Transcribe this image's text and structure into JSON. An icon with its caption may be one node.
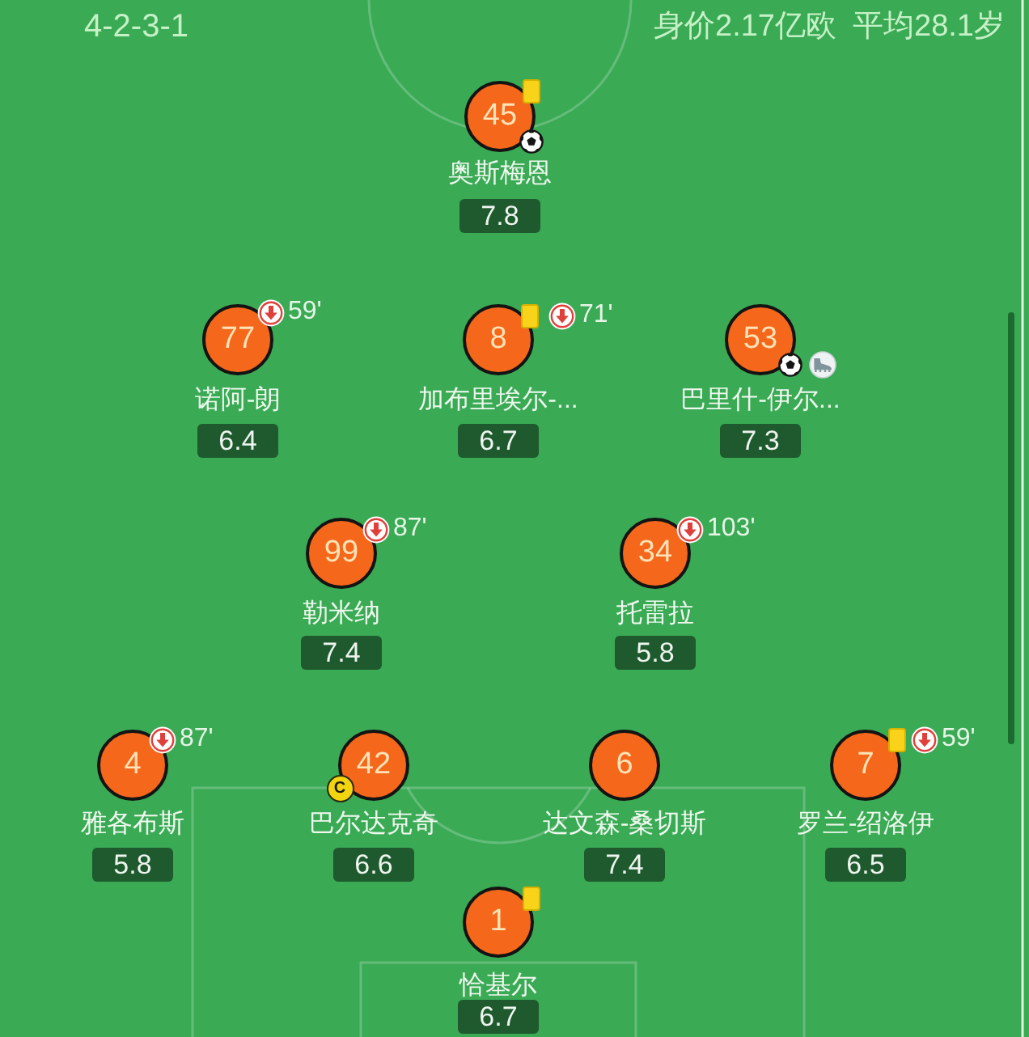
{
  "diagram": {
    "nodes": [
      {
        "text": [
          "45"
        ],
        "beside": [
          "奥斯梅恩"
        ]
      },
      {
        "text": [
          "7.8"
        ]
      },
      {
        "text": [
          "77"
        ],
        "beside": [
          "59'",
          "诺阿-朗"
        ]
      },
      {
        "text": [
          "6.4"
        ]
      },
      {
        "text": [
          "8"
        ],
        "beside": [
          "71'",
          "加布里埃尔-..."
        ]
      },
      {
        "text": [
          "6.7"
        ]
      },
      {
        "text": [
          "53"
        ],
        "beside": [
          "巴里什-伊尔..."
        ]
      },
      {
        "text": [
          "7.3"
        ]
      },
      {
        "text": [
          "99"
        ],
        "beside": [
          "87'",
          "勒米纳"
        ]
      },
      {
        "text": [
          "7.4"
        ]
      },
      {
        "text": [
          "34"
        ],
        "beside": [
          "103'",
          "托雷拉"
        ]
      },
      {
        "text": [
          "5.8"
        ]
      },
      {
        "text": [
          "4"
        ],
        "beside": [
          "87'",
          "雅各布斯"
        ]
      },
      {
        "text": [
          "5.8"
        ]
      },
      {
        "text": [
          "42"
        ],
        "beside": [
          "巴尔达克奇"
        ]
      },
      {
        "text": [
          "6.6"
        ]
      },
      {
        "text": [
          "6"
        ],
        "beside": [
          "达文森-桑切斯"
        ]
      },
      {
        "text": [
          "7.4"
        ]
      },
      {
        "text": [
          "7"
        ],
        "beside": [
          "59'",
          "罗兰-绍洛伊"
        ]
      },
      {
        "text": [
          "6.5"
        ]
      },
      {
        "text": [
          "1"
        ],
        "beside": [
          "恰基尔"
        ]
      },
      {
        "text": [
          "6.7"
        ]
      }
    ],
    "labels": [
      "4-2-3-1",
      "身价2.17亿欧",
      "平均28.1岁",
      "C"
    ]
  }
}
